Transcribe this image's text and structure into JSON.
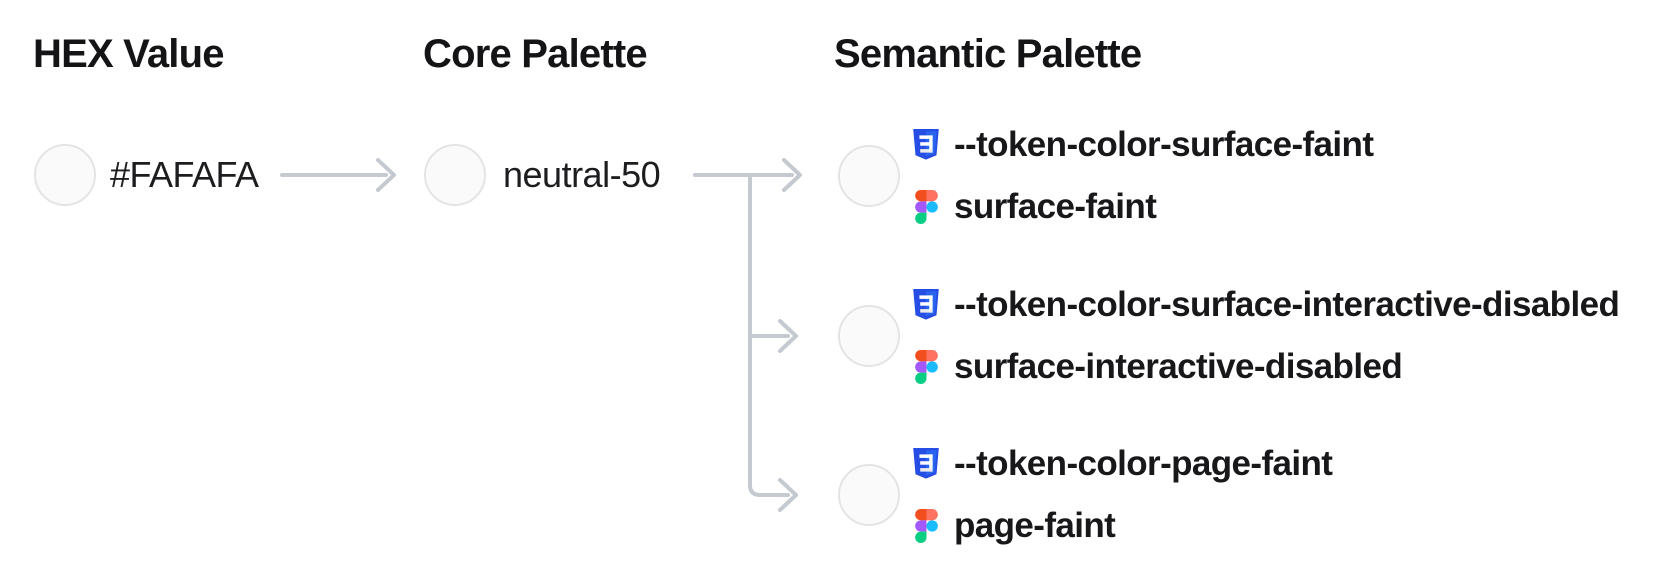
{
  "diagram": {
    "hex": {
      "heading": "HEX Value",
      "label": "#FAFAFA"
    },
    "core": {
      "heading": "Core Palette",
      "label": "neutral-50"
    },
    "semantic": {
      "heading": "Semantic Palette",
      "tokens": [
        {
          "css_var": "--token-color-surface-faint",
          "figma_name": "surface-faint"
        },
        {
          "css_var": "--token-color-surface-interactive-disabled",
          "figma_name": "surface-interactive-disabled"
        },
        {
          "css_var": "--token-color-page-faint",
          "figma_name": "page-faint"
        }
      ]
    }
  },
  "colors": {
    "swatch_fill": "#FAFAFA",
    "swatch_border": "#E4E4E7",
    "connector": "#C5C9D0",
    "text": "#18181B",
    "css_badge_blue": "#264DE4",
    "css_badge_blue_light": "#2965F1",
    "figma_red": "#F24E1E",
    "figma_salmon": "#FF7262",
    "figma_purple": "#A259FF",
    "figma_blue": "#1ABCFE",
    "figma_green": "#0ACF83"
  },
  "icons": {
    "css_badge": "css3-shield",
    "figma": "figma-logo"
  }
}
